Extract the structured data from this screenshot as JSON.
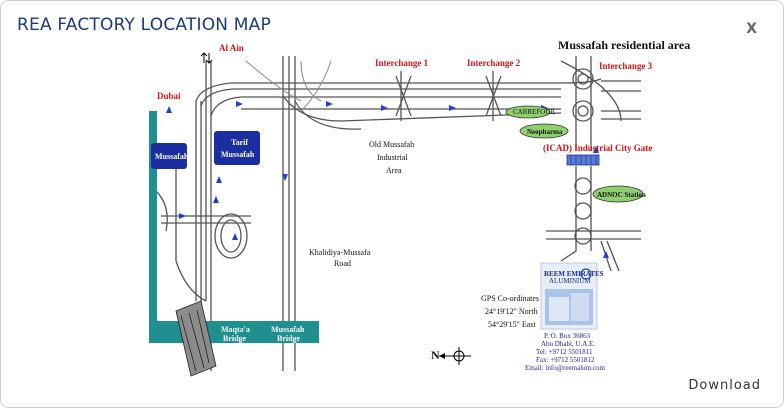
{
  "window": {
    "title": "REA FACTORY LOCATION MAP",
    "close_label": "X",
    "download_label": "Download"
  },
  "map": {
    "labels": {
      "al_ain": "Al Ain",
      "dubai": "Dubai",
      "interchange1": "Interchange 1",
      "interchange2": "Interchange 2",
      "interchange3": "Interchange 3",
      "residential": "Mussafah residential area",
      "carrefour": "CARREFOUR",
      "neopharma": "Neopharma",
      "icad": "(ICAD) Industrial City Gate",
      "adnoc": "ADNOC Station",
      "old_mussafah_1": "Old Mussafah",
      "old_mussafah_2": "Industrial",
      "old_mussafah_3": "Area",
      "khalidiya_1": "Khalidiya-Mussafa",
      "khalidiya_2": "Road",
      "tarif_1": "Tarif",
      "tarif_2": "Mussafah",
      "mussafah_sign": "Mussafah",
      "maqta_1": "Maqta'a",
      "maqta_2": "Bridge",
      "mbridge_1": "Mussafah",
      "mbridge_2": "Bridge",
      "north": "N",
      "gps_1": "GPS Co-ordinates",
      "gps_2": "24°19'12\" North",
      "gps_3": "54°29'15\" East"
    },
    "contact": {
      "company": "REEM EMIRATES",
      "company_sub": "ALUMINIUM",
      "po_box": "P. O. Box 36863",
      "city": "Abu Dhabi, U.A.E.",
      "tel": "Tel: +9712 5501811",
      "fax": "Fax: +9712 5501812",
      "email": "Email: info@reemalum.com"
    }
  }
}
